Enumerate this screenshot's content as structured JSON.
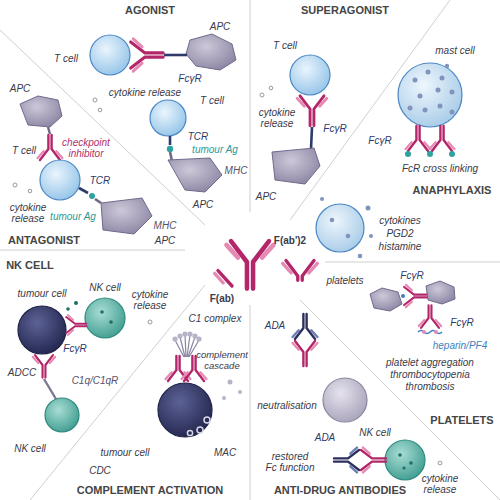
{
  "diagram": {
    "labels": [
      "AGONIST",
      "SUPERAGONIST",
      "ANAPHYLAXIS",
      "PLATELETS",
      "ANTI-DRUG ANTIBODIES",
      "COMPLEMENT ACTIVATION",
      "NK CELL",
      "ANTAGONIST",
      "F(ab)",
      "F(ab')2",
      "APC",
      "T cell",
      "FcγR",
      "cytokine release",
      "T cell",
      "TCR",
      "tumour Ag",
      "MHC",
      "APC",
      "T cell",
      "cytokine release",
      "FcγR",
      "APC",
      "mast cell",
      "FcγR",
      "FcR cross linking",
      "cytokines",
      "PGD2",
      "histamine",
      "platelets",
      "FcγR",
      "FcγR",
      "heparin/PF4",
      "platelet aggregation",
      "thrombocytopenia",
      "thrombosis",
      "ADA",
      "neutralisation",
      "NK cell",
      "ADA",
      "restored Fc function",
      "cytokine release",
      "C1 complex",
      "complement cascade",
      "tumour cell",
      "CDC",
      "MAC",
      "tumour cell",
      "ADCC",
      "FcγR",
      "NK cell",
      "cytokine release",
      "C1q/C1qR",
      "NK cell",
      "APC",
      "checkpoint inhibitor",
      "T cell",
      "cytokine release",
      "TCR",
      "tumour Ag",
      "MHC",
      "APC"
    ]
  }
}
